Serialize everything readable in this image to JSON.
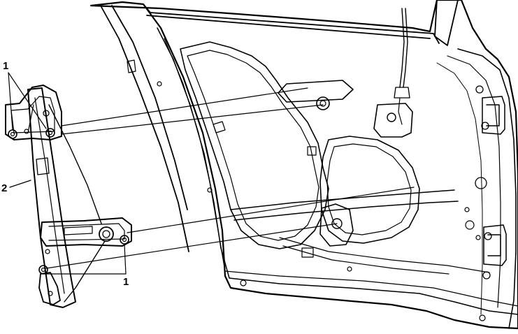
{
  "callouts": {
    "top_left": "1",
    "side_left": "2",
    "bottom": "1"
  },
  "colors": {
    "ink": "#000000",
    "paper": "#ffffff"
  }
}
